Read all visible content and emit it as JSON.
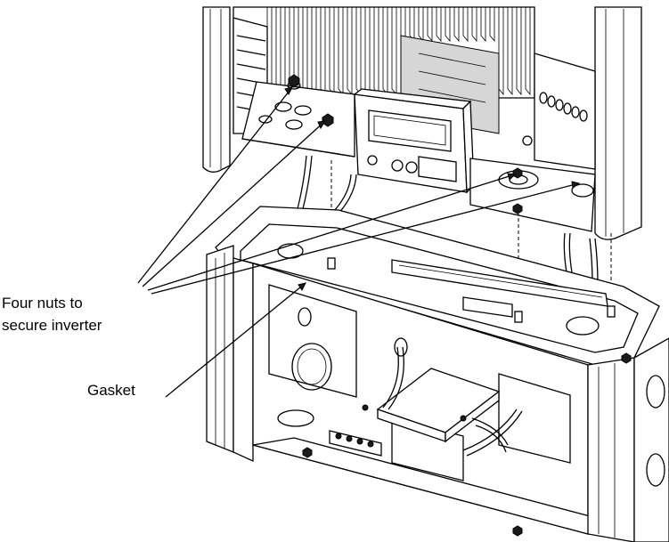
{
  "labels": {
    "nuts_line1": "Four nuts to",
    "nuts_line2": "secure inverter",
    "gasket": "Gasket"
  },
  "colors": {
    "line": "#000000",
    "background": "#ffffff",
    "metal": "#d6d6d6"
  }
}
